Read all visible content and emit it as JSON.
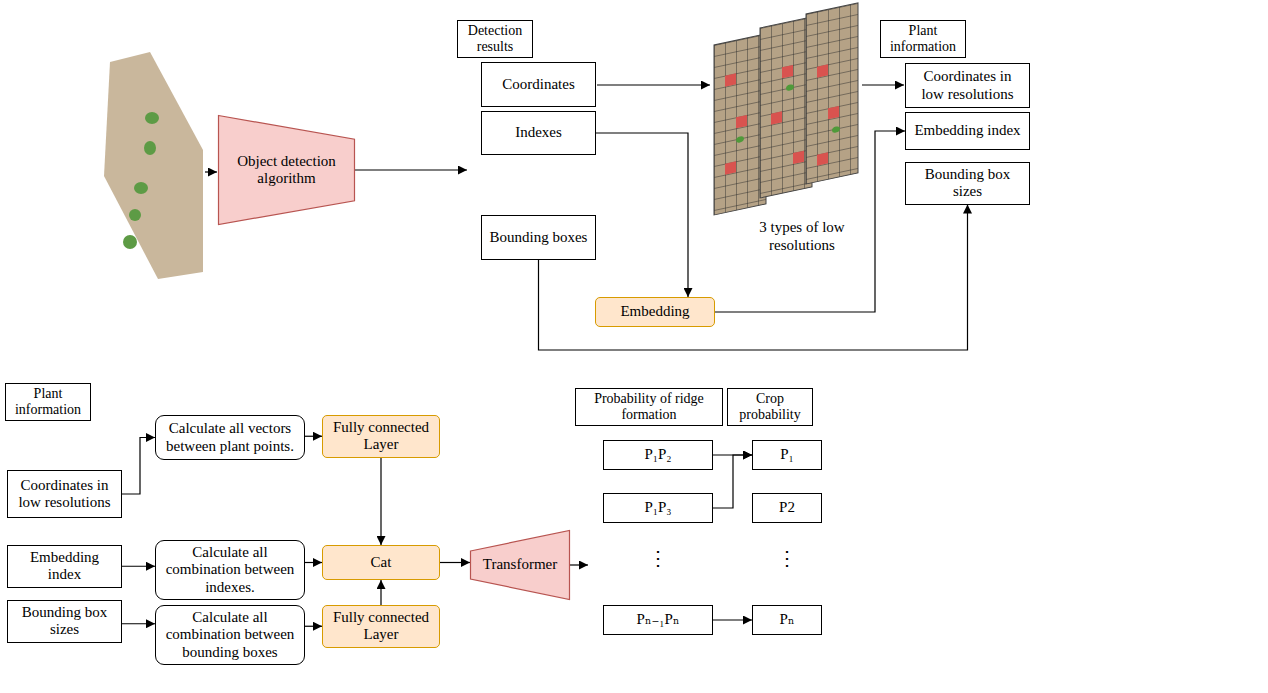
{
  "diagram": {
    "nodes": [
      {
        "text": [
          "Object detection algorithm"
        ]
      },
      {
        "text": [
          "Detection results"
        ]
      },
      {
        "text": [
          "Coordinates"
        ],
        "in": 1
      },
      {
        "text": [
          "Indexes"
        ],
        "in": 1
      },
      {
        "text": [
          "Bounding boxes"
        ],
        "in": 1
      },
      {
        "text": [
          "Plant information"
        ]
      },
      {
        "text": [
          "Coordinates in low resolutions"
        ],
        "in": 5
      },
      {
        "text": [
          "Embedding index"
        ],
        "in": 5
      },
      {
        "text": [
          "Bounding box sizes"
        ],
        "in": 5
      },
      {
        "text": [
          "Embedding"
        ]
      },
      {
        "text": [
          "Plant information"
        ]
      },
      {
        "text": [
          "Coordinates in low resolutions"
        ],
        "in": 10
      },
      {
        "text": [
          "Embedding index"
        ],
        "in": 10
      },
      {
        "text": [
          "Bounding box sizes"
        ],
        "in": 10
      },
      {
        "text": [
          "Calculate all vectors between plant points."
        ]
      },
      {
        "text": [
          "Calculate all combination between indexes."
        ]
      },
      {
        "text": [
          "Calculate all combination between bounding boxes"
        ]
      },
      {
        "text": [
          "Fully connected Layer"
        ]
      },
      {
        "text": [
          "Cat"
        ]
      },
      {
        "text": [
          "Fully connected Layer"
        ]
      },
      {
        "text": [
          "Transformer"
        ]
      },
      {
        "text": [
          "Probability of ridge formation"
        ]
      },
      {
        "text": [
          "P₁P₂"
        ],
        "in": 21
      },
      {
        "text": [
          "P₁P₃"
        ],
        "in": 21
      },
      {
        "text": [
          "Pₙ₋₁Pₙ"
        ],
        "in": 21
      },
      {
        "text": [
          "Crop probability"
        ]
      },
      {
        "text": [
          "P₁"
        ],
        "in": 25
      },
      {
        "text": [
          "P2"
        ],
        "in": 25
      },
      {
        "text": [
          "Pₙ"
        ],
        "in": 25
      }
    ],
    "edges": [
      {
        "from": 0,
        "to": 1,
        "arrow": "to"
      },
      {
        "from": 3,
        "to": 9,
        "arrow": "to"
      },
      {
        "from": 9,
        "to": 7,
        "arrow": "to"
      },
      {
        "from": 4,
        "to": 8,
        "arrow": "to"
      },
      {
        "from": 11,
        "to": 14,
        "arrow": "to"
      },
      {
        "from": 12,
        "to": 15,
        "arrow": "to"
      },
      {
        "from": 13,
        "to": 16,
        "arrow": "to"
      },
      {
        "from": 14,
        "to": 17,
        "arrow": "to"
      },
      {
        "from": 16,
        "to": 19,
        "arrow": "to"
      },
      {
        "from": 15,
        "to": 18,
        "arrow": "to"
      },
      {
        "from": 17,
        "to": 18,
        "arrow": "to"
      },
      {
        "from": 19,
        "to": 18,
        "arrow": "to"
      },
      {
        "from": 18,
        "to": 20,
        "arrow": "to"
      },
      {
        "from": 20,
        "to": 21,
        "arrow": "to"
      },
      {
        "from": 22,
        "to": 26,
        "arrow": "to"
      },
      {
        "from": 23,
        "to": 26,
        "arrow": "to"
      },
      {
        "from": 24,
        "to": 28,
        "arrow": "to"
      }
    ],
    "labels": [
      "3 types of low resolutions",
      "⋮",
      "⋮"
    ]
  }
}
